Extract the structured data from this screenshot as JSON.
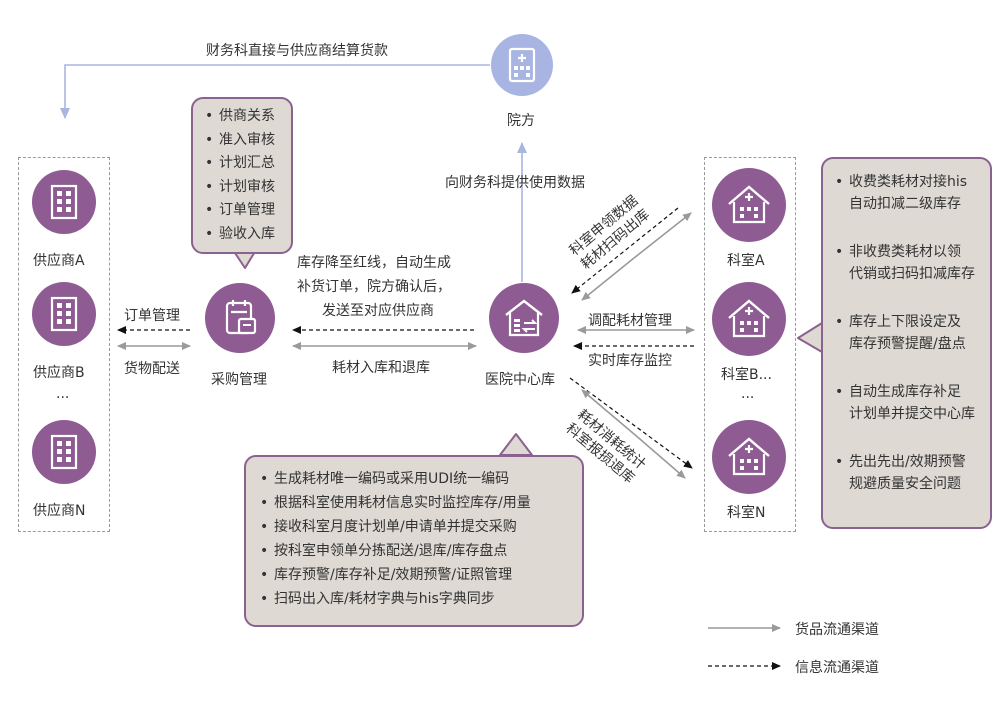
{
  "colors": {
    "purple": "#8e5c93",
    "hospital": "#a8b5e3",
    "bubble_fill": "#ded9d3",
    "bubble_border": "#8b6190",
    "arrow_gray": "#9a9a9a",
    "top_arrow": "#aab6e0"
  },
  "top_arrow_label": "财务科直接与供应商结算货款",
  "hospital_label": "院方",
  "to_finance_label": "向财务科提供使用数据",
  "suppliers": [
    "供应商A",
    "供应商B",
    "供应商N"
  ],
  "supplier_ellipsis": "...",
  "departments": [
    "科室A",
    "科室B...",
    "科室N"
  ],
  "dept_ellipsis": "...",
  "purchase_label": "采购管理",
  "center_label": "医院中心库",
  "purchase_bubble": [
    "供商关系",
    "准入审核",
    "计划汇总",
    "计划审核",
    "订单管理",
    "验收入库"
  ],
  "left_order_label": "订单管理",
  "left_delivery_label": "货物配送",
  "mid_text": [
    "库存降至红线，自动生成",
    "补货订单，院方确认后，",
    "发送至对应供应商"
  ],
  "mid_bottom_label": "耗材入库和退库",
  "diag_top": [
    "科室申领数据",
    "耗材扫码出库"
  ],
  "right_mid_top": "调配耗材管理",
  "right_mid_bottom": "实时库存监控",
  "diag_bottom": [
    "耗材消耗统计",
    "科室报损退库"
  ],
  "center_bubble": [
    "生成耗材唯一编码或采用UDI统一编码",
    "根据科室使用耗材信息实时监控库存/用量",
    "接收科室月度计划单/申请单并提交采购",
    "按科室申领单分拣配送/退库/库存盘点",
    "库存预警/库存补足/效期预警/证照管理",
    "扫码出入库/耗材字典与his字典同步"
  ],
  "right_bubble": [
    [
      "收费类耗材对接his",
      "自动扣减二级库存"
    ],
    [
      "非收费类耗材以领",
      "代销或扫码扣减库存"
    ],
    [
      "库存上下限设定及",
      "库存预警提醒/盘点"
    ],
    [
      "自动生成库存补足",
      "计划单并提交中心库"
    ],
    [
      "先出先出/效期预警",
      "规避质量安全问题"
    ]
  ],
  "legend": {
    "goods": "货品流通渠道",
    "info": "信息流通渠道"
  }
}
